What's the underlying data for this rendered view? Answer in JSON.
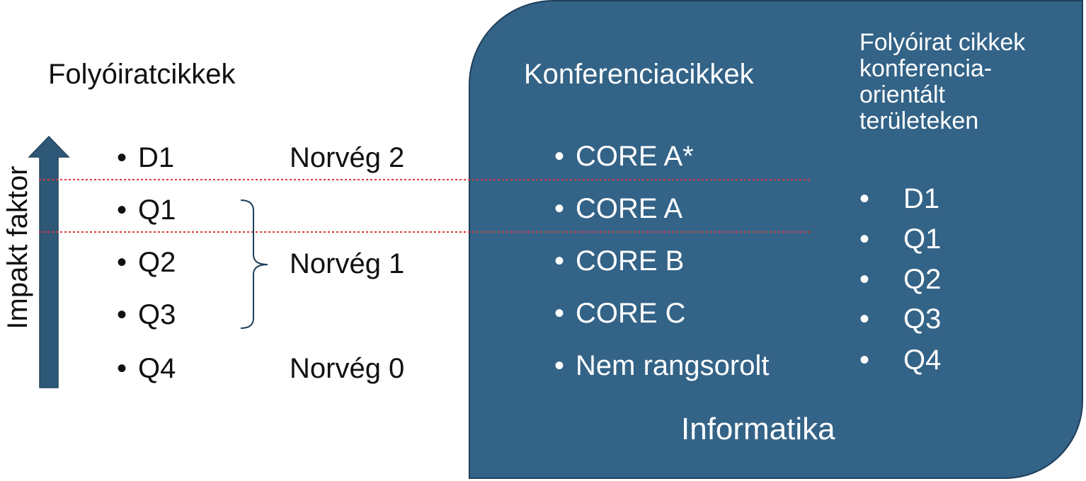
{
  "left": {
    "heading": "Folyóiratcikkek",
    "axis_label": "Impakt faktor",
    "bullet": "•",
    "items": [
      "D1",
      "Q1",
      "Q2",
      "Q3",
      "Q4"
    ],
    "norveg": [
      "Norvég 2",
      "Norvég 1",
      "Norvég 0"
    ]
  },
  "panel": {
    "title": "Konferenciacikkek",
    "core_items": [
      "CORE A*",
      "CORE A",
      "CORE B",
      "CORE C",
      "Nem rangsorolt"
    ],
    "journal_title_lines": [
      "Folyóirat cikkek",
      "konferencia-",
      "orientált",
      "területeken"
    ],
    "journal_items": [
      "D1",
      "Q1",
      "Q2",
      "Q3",
      "Q4"
    ],
    "footer": "Informatika"
  },
  "colors": {
    "panel_fill": "#336387",
    "panel_border": "#1f3f5a",
    "arrow": "#2f5878",
    "divider": "#d93a3a",
    "brace": "#1f3f5a"
  }
}
